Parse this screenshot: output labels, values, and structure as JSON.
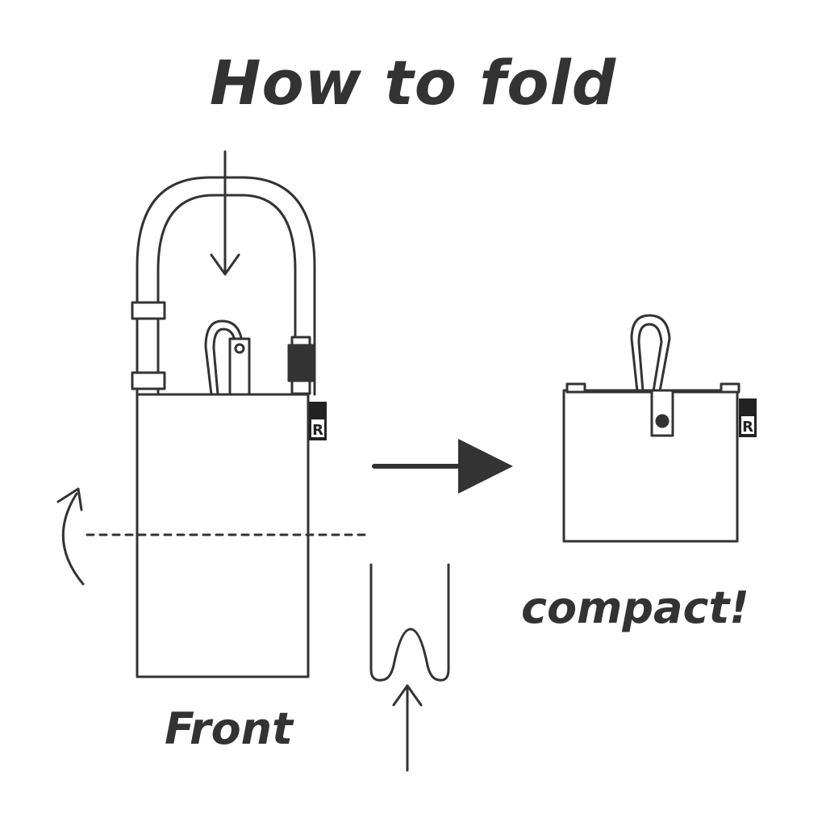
{
  "title": "How to fold",
  "labels": {
    "front": "Front",
    "compact": "compact!"
  },
  "tag_letter": "R",
  "colors": {
    "ink": "#333333",
    "background": "#ffffff",
    "tag": "#222222"
  }
}
